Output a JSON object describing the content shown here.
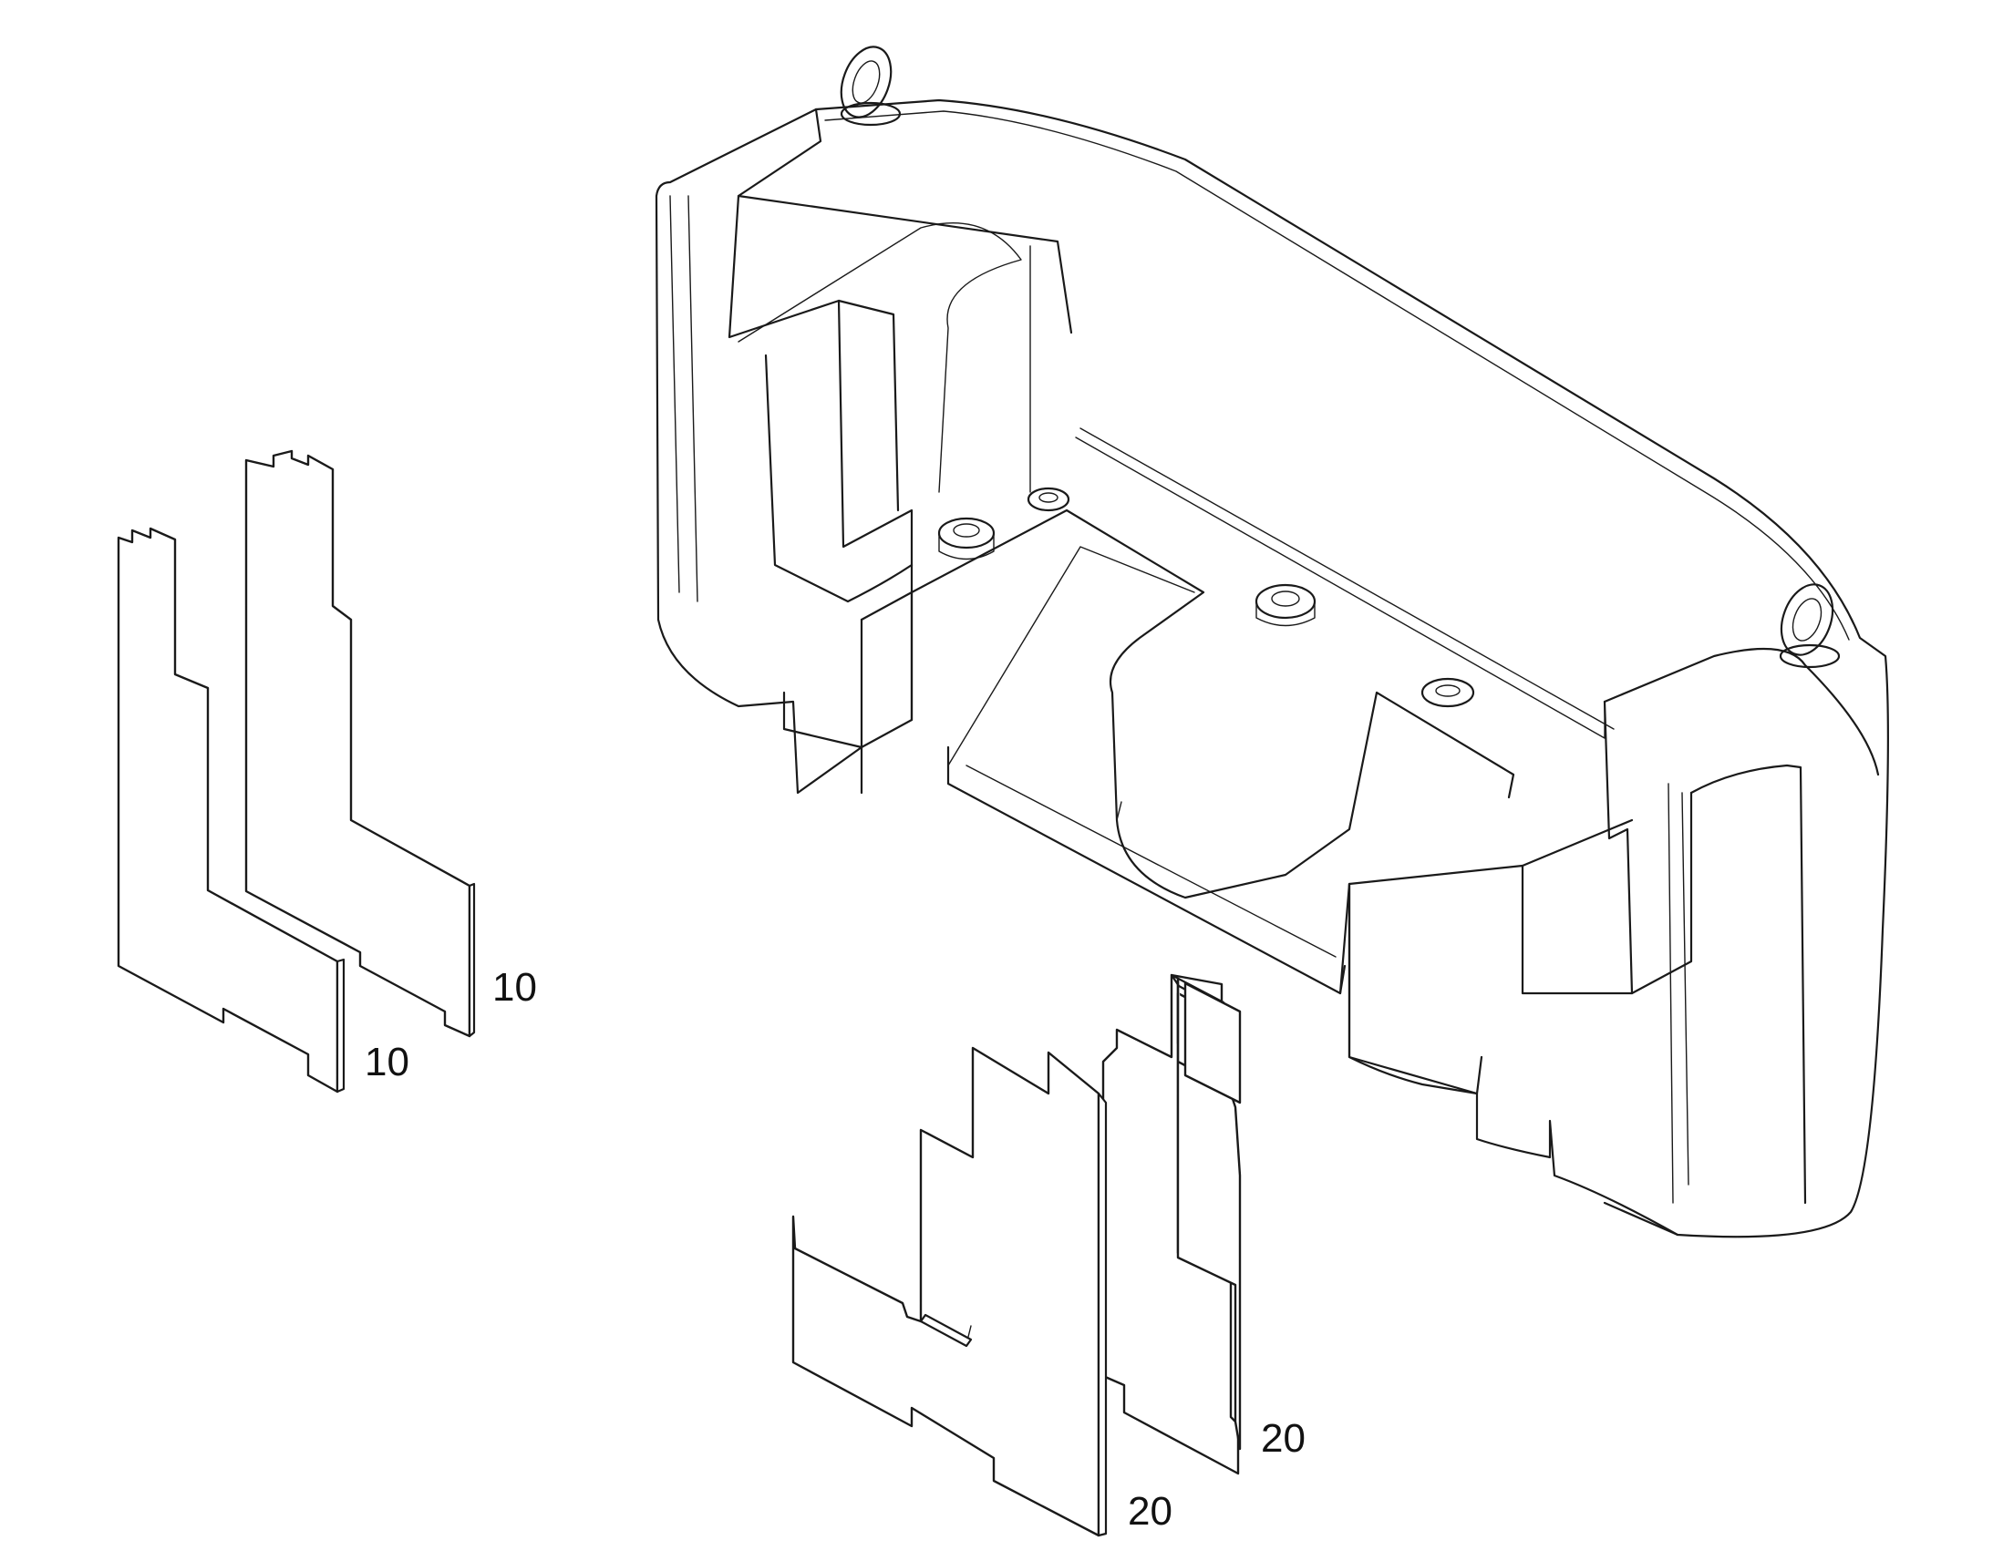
{
  "diagram": {
    "callouts": [
      {
        "id": "plate-left-front",
        "label": "10"
      },
      {
        "id": "plate-left-back",
        "label": "10"
      },
      {
        "id": "plate-right-front",
        "label": "20"
      },
      {
        "id": "plate-right-back",
        "label": "20"
      }
    ],
    "parts": {
      "main_body": "ballast-weight-housing",
      "lifting_eyes": 2
    },
    "colors": {
      "line": "#1a1a1a",
      "background": "#ffffff"
    }
  }
}
